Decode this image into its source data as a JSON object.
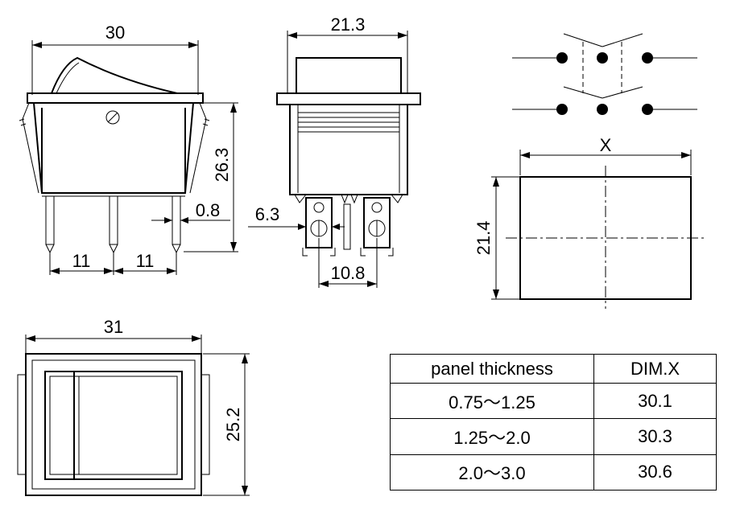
{
  "dimensions": {
    "side_width": "30",
    "side_height": "26.3",
    "pin_thickness": "0.8",
    "pin_pitch_left": "11",
    "pin_pitch_right": "11",
    "front_width": "21.3",
    "terminal_width": "6.3",
    "terminal_pitch": "10.8",
    "cutout_width": "X",
    "cutout_height": "21.4",
    "top_width": "31",
    "top_height": "25.2"
  },
  "table": {
    "header": [
      "panel thickness",
      "DIM.X"
    ],
    "rows": [
      [
        "0.75～1.25",
        "30.1"
      ],
      [
        "1.25～2.0",
        "30.3"
      ],
      [
        "2.0～3.0",
        "30.6"
      ]
    ]
  }
}
